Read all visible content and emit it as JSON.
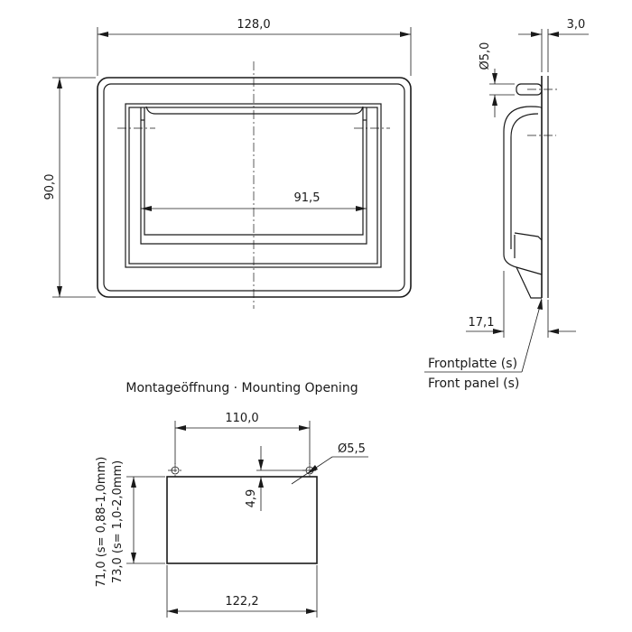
{
  "front_view": {
    "width": "128,0",
    "height": "90,0",
    "inner_width": "91,5"
  },
  "side_view": {
    "thickness": "3,0",
    "hole_diameter": "Ø5,0",
    "depth": "17,1",
    "callout_de": "Frontplatte (s)",
    "callout_en": "Front panel (s)"
  },
  "mounting": {
    "title": "Montageöffnung · Mounting Opening",
    "hole_spacing": "110,0",
    "hole_diameter": "Ø5,5",
    "hole_offset": "4,9",
    "height_a": "71,0 (s= 0,88-1,0mm)",
    "height_b": "73,0 (s= 1,0-2,0mm)",
    "cutout_width": "122,2"
  }
}
